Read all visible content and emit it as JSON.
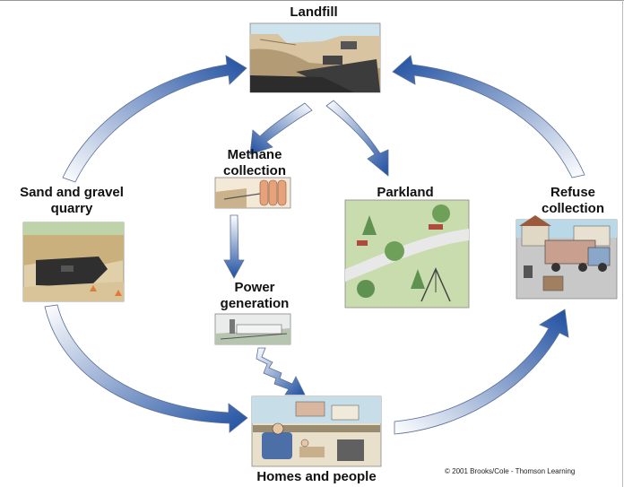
{
  "nodes": {
    "landfill": "Landfill",
    "methane_line1": "Methane",
    "methane_line2": "collection",
    "quarry_line1": "Sand and gravel",
    "quarry_line2": "quarry",
    "parkland": "Parkland",
    "refuse_line1": "Refuse",
    "refuse_line2": "collection",
    "power_line1": "Power",
    "power_line2": "generation",
    "homes": "Homes and people"
  },
  "credit": "© 2001 Brooks/Cole - Thomson Learning",
  "colors": {
    "arrow_dark": "#1f4fa0",
    "arrow_light": "#ffffff",
    "sky": "#b9d8e8",
    "grass": "#c4d8a8",
    "panel_border": "#888888"
  }
}
